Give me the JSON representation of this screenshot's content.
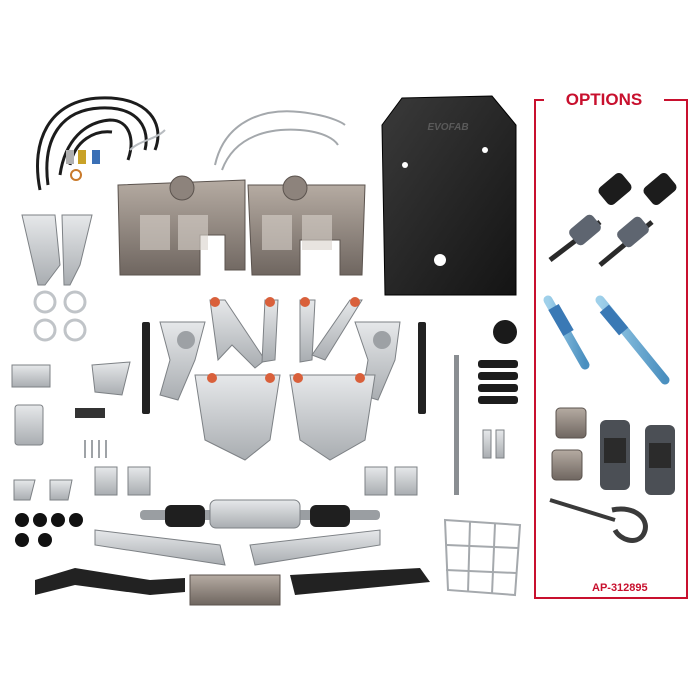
{
  "options": {
    "title": "OPTIONS",
    "part_number": "AP-312895"
  },
  "skid_plate": {
    "logo_text": "EVOFAB"
  },
  "colors": {
    "accent": "#c8102e",
    "steel": "#c9cbcc",
    "raw_steel": "#9a8f86",
    "black": "#1d1d1d",
    "shock_blue": "#6fb3d9"
  }
}
